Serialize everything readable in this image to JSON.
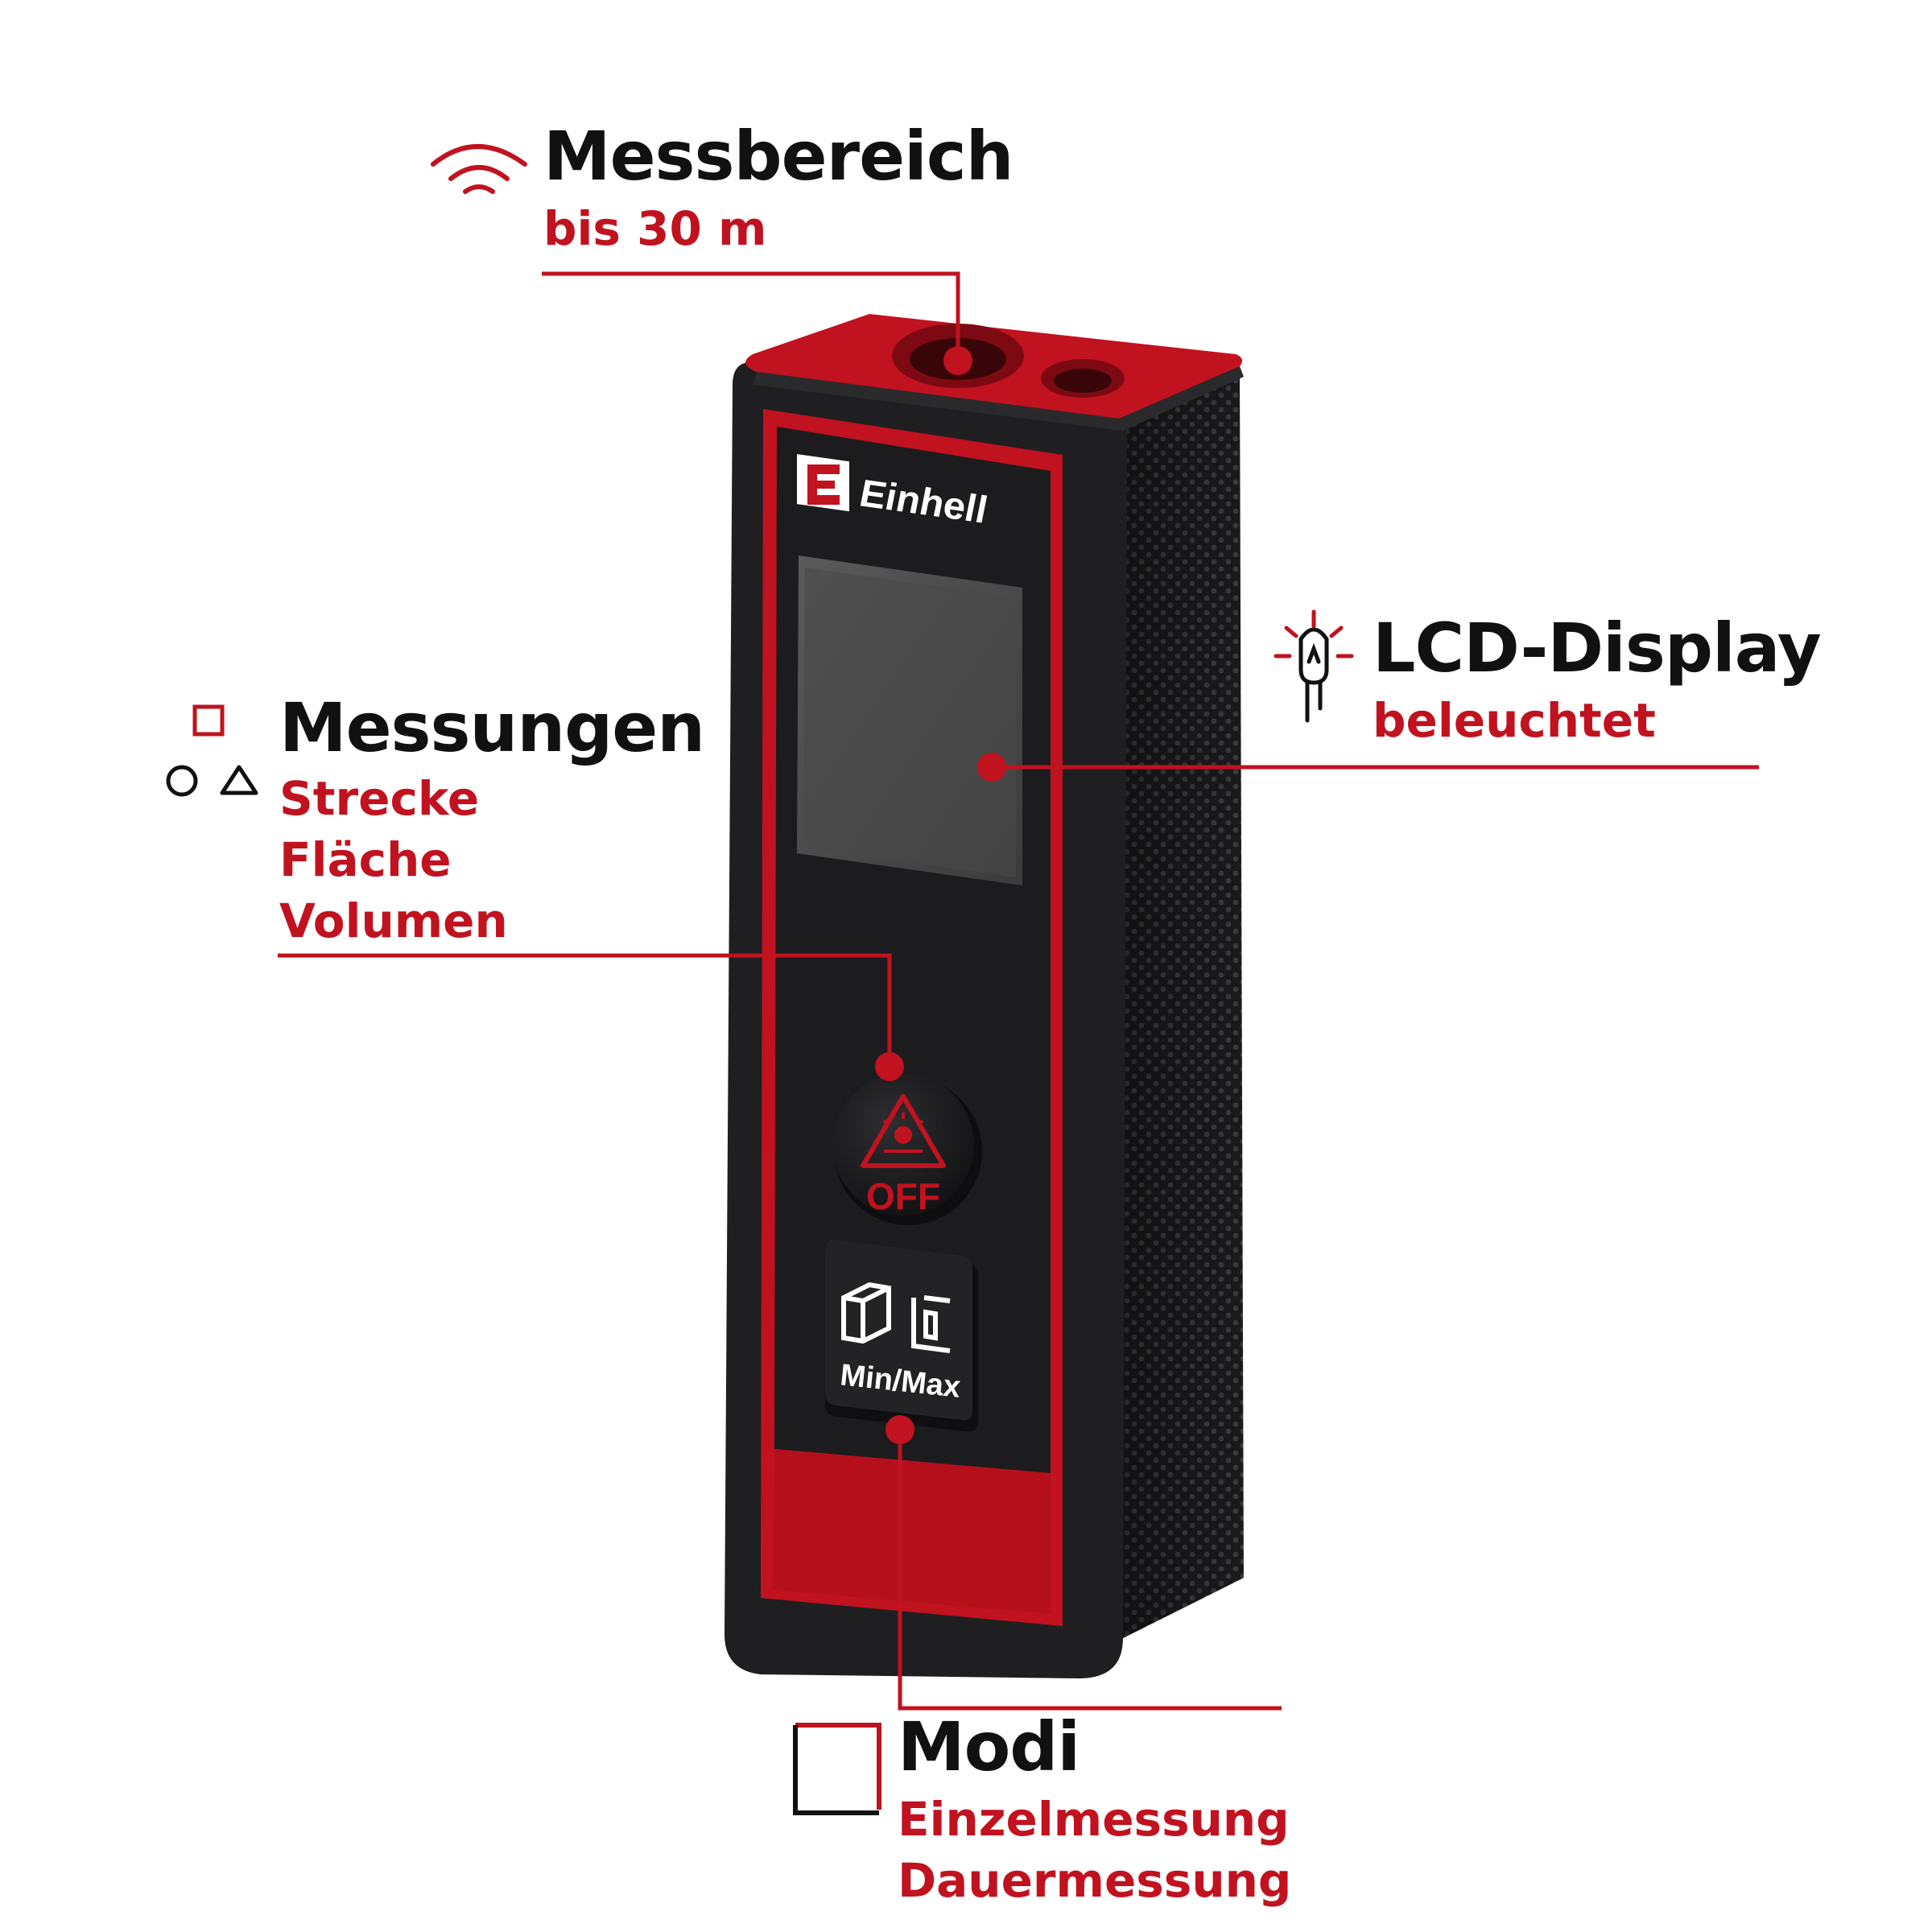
{
  "callouts": {
    "range": {
      "title": "Messbereich",
      "lines": [
        "bis 30 m"
      ]
    },
    "display": {
      "title": "LCD-Display",
      "lines": [
        "beleuchtet"
      ]
    },
    "measurements": {
      "title": "Messungen",
      "lines": [
        "Strecke",
        "Fläche",
        "Volumen"
      ]
    },
    "modes": {
      "title": "Modi",
      "lines": [
        "Einzelmessung",
        "Dauermessung"
      ]
    }
  },
  "device": {
    "brand": "Einhell",
    "power_button_text": "OFF",
    "mode_button_text": "Min/Max"
  },
  "icons": {
    "range": "signal-waves-icon",
    "display": "light-bulb-icon",
    "measurements": "shapes-icon",
    "modes": "square-frame-icon",
    "power": "laser-warning-icon",
    "mode_volume": "cube-icon",
    "mode_length": "measure-bracket-icon"
  },
  "colors": {
    "accent": "#c1121f",
    "device_body": "#1f1f21",
    "text": "#111111"
  }
}
